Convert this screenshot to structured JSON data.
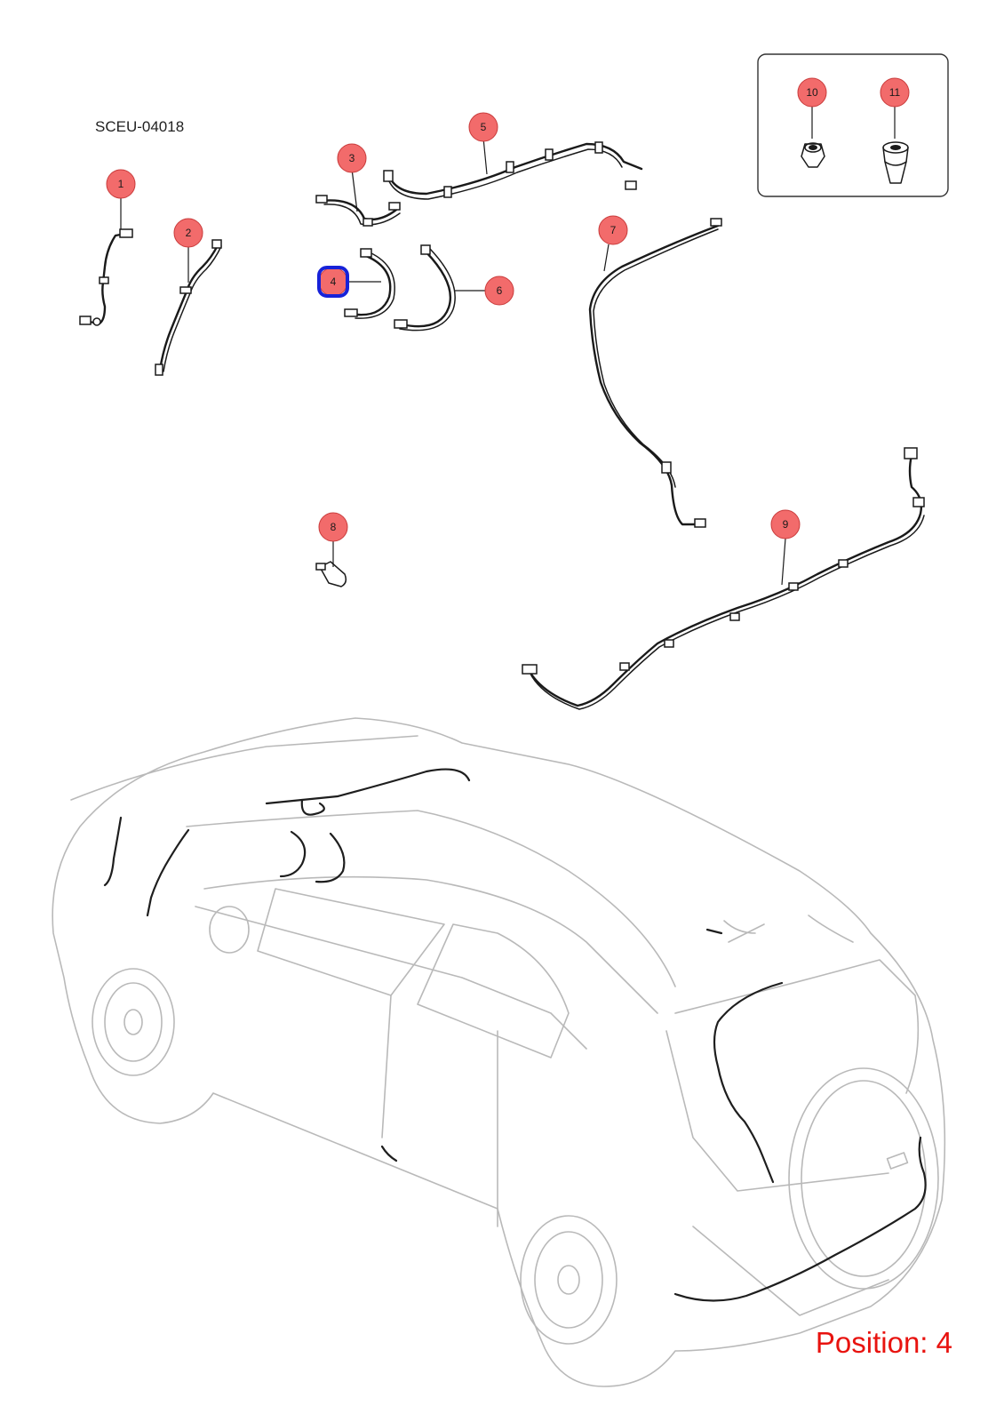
{
  "diagram_code": "SCEU-04018",
  "position_label": "Position: 4",
  "colors": {
    "callout_fill": "#f26b6b",
    "position_text": "#e8130f",
    "selection_border": "#1722d8"
  },
  "callouts": [
    {
      "id": "callout-1",
      "label": "1"
    },
    {
      "id": "callout-2",
      "label": "2"
    },
    {
      "id": "callout-3",
      "label": "3"
    },
    {
      "id": "callout-4",
      "label": "4"
    },
    {
      "id": "callout-5",
      "label": "5"
    },
    {
      "id": "callout-6",
      "label": "6"
    },
    {
      "id": "callout-7",
      "label": "7"
    },
    {
      "id": "callout-8",
      "label": "8"
    },
    {
      "id": "callout-9",
      "label": "9"
    },
    {
      "id": "callout-10",
      "label": "10"
    },
    {
      "id": "callout-11",
      "label": "11"
    }
  ],
  "selected_callout": "4"
}
